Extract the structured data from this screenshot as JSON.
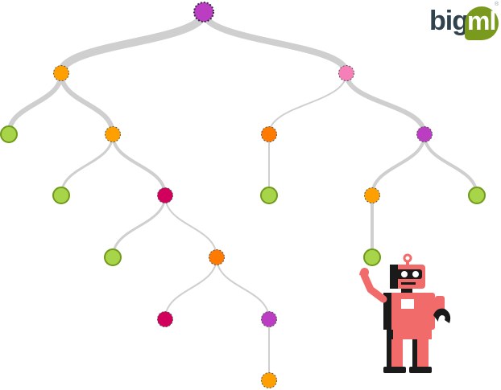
{
  "brand": {
    "logo_text_dark": "big",
    "logo_text_light": "ml",
    "registered_mark": "®",
    "dark_color": "#30424d",
    "accent_color": "#7a9a1e"
  },
  "colors": {
    "edge": "#cfcfcf",
    "purple": "#bb3dc1",
    "orange": "#ff9f00",
    "dark_orange": "#ff7a00",
    "pink": "#f580b8",
    "crimson": "#d1005c",
    "leaf": "#a8d44a",
    "leaf_stroke": "#6f9a1a",
    "robot": "#f26b6b",
    "robot_dark": "#1a1a1a"
  },
  "tree": {
    "nodes": [
      {
        "id": "root",
        "kind": "split",
        "color": "purple"
      },
      {
        "id": "n1",
        "kind": "split",
        "color": "orange"
      },
      {
        "id": "n2",
        "kind": "split",
        "color": "pink"
      },
      {
        "id": "n3",
        "kind": "leaf",
        "color": "leaf"
      },
      {
        "id": "n4",
        "kind": "split",
        "color": "orange"
      },
      {
        "id": "n5",
        "kind": "split",
        "color": "dark_orange"
      },
      {
        "id": "n6",
        "kind": "split",
        "color": "purple"
      },
      {
        "id": "n7",
        "kind": "leaf",
        "color": "leaf"
      },
      {
        "id": "n8",
        "kind": "split",
        "color": "crimson"
      },
      {
        "id": "n9",
        "kind": "leaf",
        "color": "leaf"
      },
      {
        "id": "n10",
        "kind": "split",
        "color": "orange"
      },
      {
        "id": "n11",
        "kind": "leaf",
        "color": "leaf"
      },
      {
        "id": "n12",
        "kind": "leaf",
        "color": "leaf"
      },
      {
        "id": "n13",
        "kind": "split",
        "color": "dark_orange"
      },
      {
        "id": "n14",
        "kind": "leaf",
        "color": "leaf"
      },
      {
        "id": "n15",
        "kind": "split",
        "color": "crimson"
      },
      {
        "id": "n16",
        "kind": "split",
        "color": "purple"
      },
      {
        "id": "n17",
        "kind": "split",
        "color": "orange"
      }
    ],
    "edges": [
      {
        "from": "root",
        "to": "n1",
        "weight": 5
      },
      {
        "from": "root",
        "to": "n2",
        "weight": 4
      },
      {
        "from": "n1",
        "to": "n3",
        "weight": 3
      },
      {
        "from": "n1",
        "to": "n4",
        "weight": 3
      },
      {
        "from": "n2",
        "to": "n5",
        "weight": 1
      },
      {
        "from": "n2",
        "to": "n6",
        "weight": 3
      },
      {
        "from": "n4",
        "to": "n7",
        "weight": 1.5
      },
      {
        "from": "n4",
        "to": "n8",
        "weight": 2
      },
      {
        "from": "n5",
        "to": "n9",
        "weight": 1
      },
      {
        "from": "n6",
        "to": "n10",
        "weight": 2
      },
      {
        "from": "n6",
        "to": "n11",
        "weight": 2
      },
      {
        "from": "n10",
        "to": "n12",
        "weight": 2
      },
      {
        "from": "n8",
        "to": "n13",
        "weight": 1
      },
      {
        "from": "n8",
        "to": "n14",
        "weight": 1.5
      },
      {
        "from": "n13",
        "to": "n15",
        "weight": 1
      },
      {
        "from": "n13",
        "to": "n16",
        "weight": 1
      },
      {
        "from": "n16",
        "to": "n17",
        "weight": 1
      }
    ]
  }
}
